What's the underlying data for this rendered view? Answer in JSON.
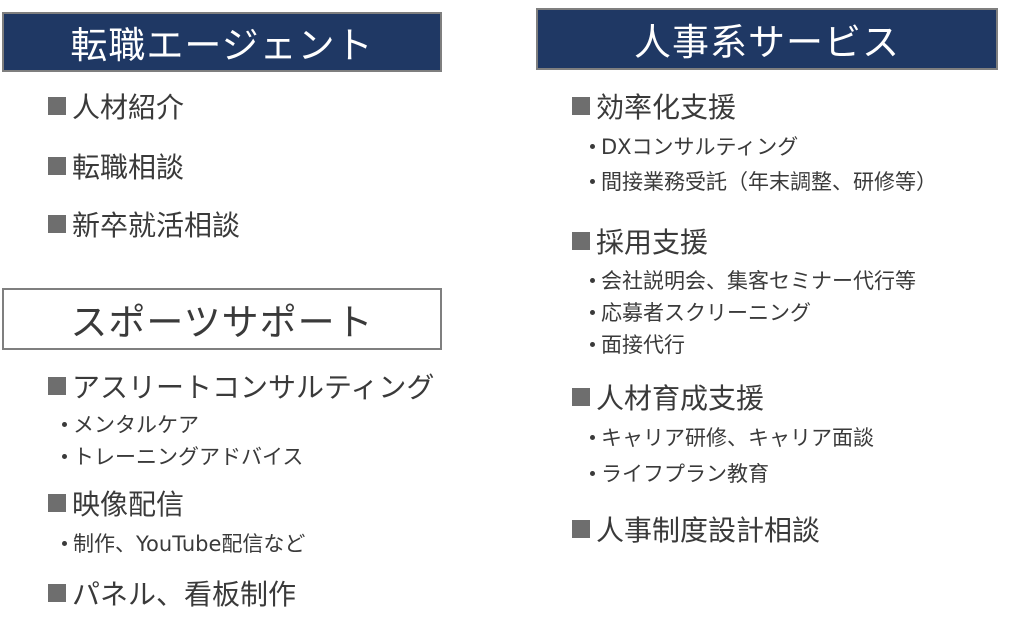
{
  "left": {
    "agent": {
      "title": "転職エージェント",
      "items": [
        "人材紹介",
        "転職相談",
        "新卒就活相談"
      ]
    },
    "sports": {
      "title": "スポーツサポート",
      "items": [
        {
          "label": "アスリートコンサルティング",
          "subs": [
            "メンタルケア",
            "トレーニングアドバイス"
          ]
        },
        {
          "label": "映像配信",
          "subs": [
            "制作、YouTube配信など"
          ]
        },
        {
          "label": "パネル、看板制作",
          "subs": []
        }
      ]
    }
  },
  "right": {
    "hr": {
      "title": "人事系サービス",
      "items": [
        {
          "label": "効率化支援",
          "subs": [
            "DXコンサルティング",
            "間接業務受託（年末調整、研修等）"
          ]
        },
        {
          "label": "採用支援",
          "subs": [
            "会社説明会、集客セミナー代行等",
            "応募者スクリーニング",
            "面接代行"
          ]
        },
        {
          "label": "人材育成支援",
          "subs": [
            "キャリア研修、キャリア面談",
            "ライフプラン教育"
          ]
        },
        {
          "label": "人事制度設計相談",
          "subs": []
        }
      ]
    }
  },
  "colors": {
    "header_fill": "#1f3864",
    "header_border": "#7f7f7f",
    "bullet": "#6e6e6e",
    "text": "#3a3a3a"
  },
  "icons": {
    "item_bullet": "square-bullet-icon",
    "sub_bullet": "dot-bullet-icon"
  }
}
